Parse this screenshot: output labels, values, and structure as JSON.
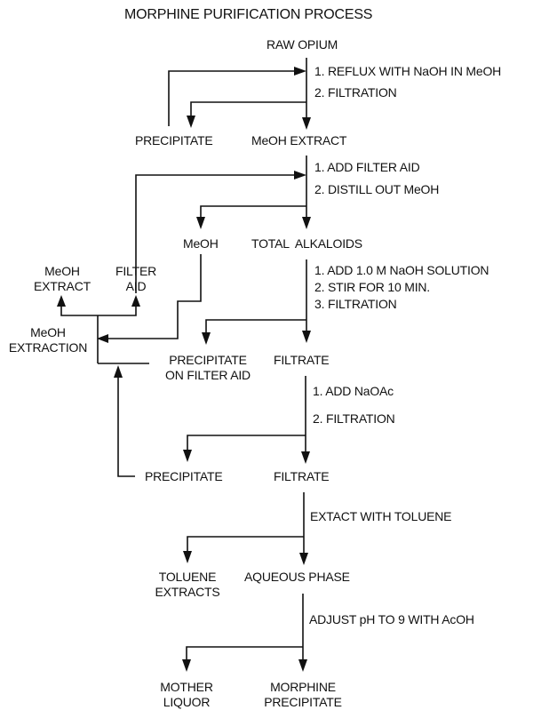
{
  "title": "MORPHINE PURIFICATION PROCESS",
  "nodes": {
    "raw_opium": "RAW OPIUM",
    "precipitate_1": "PRECIPITATE",
    "meoh_extract": "MeOH EXTRACT",
    "meoh": "MeOH",
    "total_alkaloids": "TOTAL  ALKALOIDS",
    "meoh_extract_out": [
      "MeOH",
      "EXTRACT"
    ],
    "filter_aid_out": [
      "FILTER",
      "AID"
    ],
    "meoh_extraction": [
      "MeOH",
      "EXTRACTION"
    ],
    "precipitate_filter_aid": [
      "PRECIPITATE",
      "ON FILTER AID"
    ],
    "filtrate_1": "FILTRATE",
    "precipitate_2": "PRECIPITATE",
    "filtrate_2": "FILTRATE",
    "toluene_extracts": [
      "TOLUENE",
      "EXTRACTS"
    ],
    "aqueous_phase": "AQUEOUS PHASE",
    "mother_liquor": [
      "MOTHER",
      "LIQUOR"
    ],
    "morphine_precipitate": [
      "MORPHINE",
      "PRECIPITATE"
    ]
  },
  "steps": {
    "step1": [
      "1. REFLUX WITH NaOH IN MeOH",
      "2. FILTRATION"
    ],
    "step2": [
      "1. ADD FILTER AID",
      "2. DISTILL OUT MeOH"
    ],
    "step3": [
      "1. ADD 1.0 M NaOH SOLUTION",
      "2. STIR FOR 10 MIN.",
      "3. FILTRATION"
    ],
    "step4": [
      "1. ADD NaOAc",
      "2. FILTRATION"
    ],
    "step5": [
      "EXTACT WITH TOLUENE"
    ],
    "step6": [
      "ADJUST pH TO 9 WITH AcOH"
    ]
  }
}
